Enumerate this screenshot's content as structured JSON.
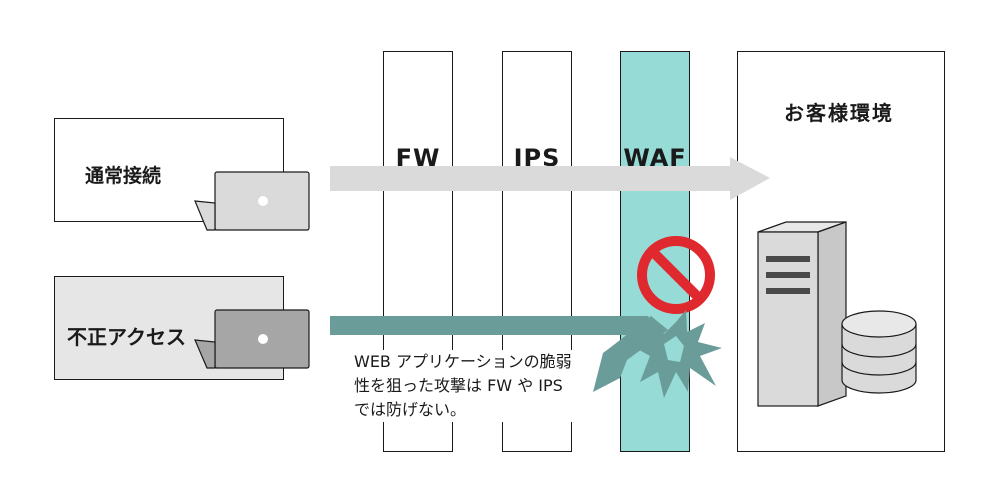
{
  "columns": {
    "fw": "FW",
    "ips": "IPS",
    "waf": "WAF",
    "customer": "お客様環境"
  },
  "sources": {
    "normal": "通常接続",
    "illegal": "不正アクセス"
  },
  "note": {
    "line1": "WEB アプリケーションの脆弱",
    "line2": "性を狙った攻撃は FW や IPS",
    "line3": "では防げない。"
  },
  "colors": {
    "waf_fill": "#96dbd6",
    "normal_arrow": "#dadada",
    "attack_arrow": "#6a9c99",
    "block_sign": "#e0292e",
    "normal_box": "#ffffff",
    "illegal_box": "#e6e6e6"
  },
  "icons": {
    "normal_device": "laptop-icon",
    "illegal_device": "laptop-icon",
    "server": "server-tower-icon",
    "database": "database-icon",
    "block": "prohibited-icon",
    "impact": "burst-icon"
  }
}
